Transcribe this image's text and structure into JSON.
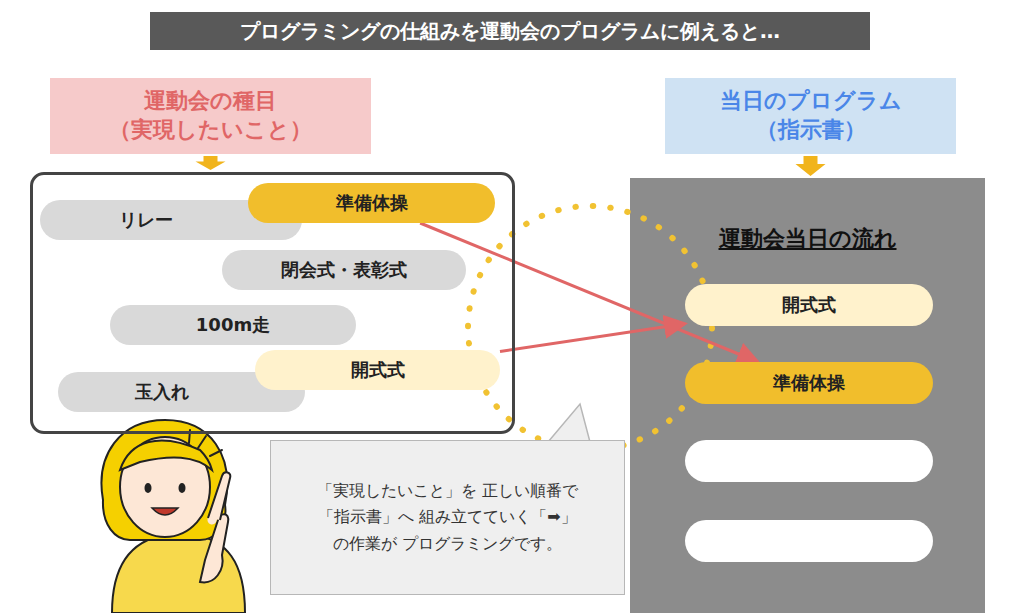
{
  "diagram": {
    "title": "プログラミングの仕組みを運動会のプログラムに例えると…",
    "nodes": [
      {
        "text": [
          "運動会の種目 （実現したいこと）"
        ]
      },
      {
        "text": [
          "当日のプログラム （指示書）"
        ]
      },
      {
        "text": []
      },
      {
        "text": [
          "リレー"
        ],
        "in": 2
      },
      {
        "text": [
          "準備体操"
        ],
        "in": 2
      },
      {
        "text": [
          "閉会式・表彰式"
        ],
        "in": 2
      },
      {
        "text": [
          "100m走"
        ],
        "in": 2
      },
      {
        "text": [
          "開式式"
        ],
        "in": 2
      },
      {
        "text": [
          "玉入れ"
        ],
        "in": 2
      },
      {
        "text": [
          "運動会当日の流れ"
        ]
      },
      {
        "text": [
          "開式式"
        ],
        "in": 9
      },
      {
        "text": [
          "準備体操"
        ],
        "in": 9
      },
      {
        "text": [
          "「実現したいこと」を 正しい順番で「指示書」へ 組み立てていく「➡」の作業が プログラミングです。"
        ]
      }
    ],
    "edges": [
      {
        "from": 0,
        "to": 2,
        "arrow": "to"
      },
      {
        "from": 1,
        "to": 9,
        "arrow": "to"
      },
      {
        "from": 4,
        "to": 11,
        "arrow": "to"
      },
      {
        "from": 7,
        "to": 10,
        "arrow": "to"
      }
    ]
  }
}
